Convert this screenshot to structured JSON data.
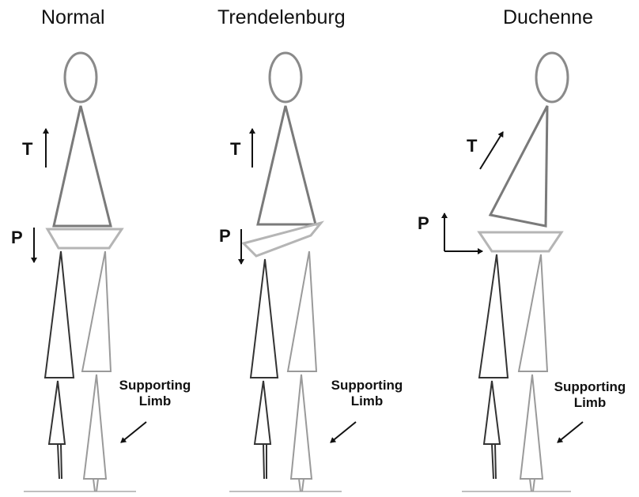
{
  "panels": [
    {
      "title": "Normal",
      "trunk_label": "T",
      "pelvis_label": "P",
      "support_line1": "Supporting",
      "support_line2": "Limb"
    },
    {
      "title": "Trendelenburg",
      "trunk_label": "T",
      "pelvis_label": "P",
      "support_line1": "Supporting",
      "support_line2": "Limb"
    },
    {
      "title": "Duchenne",
      "trunk_label": "T",
      "pelvis_label": "P",
      "support_line1": "Supporting",
      "support_line2": "Limb"
    }
  ]
}
